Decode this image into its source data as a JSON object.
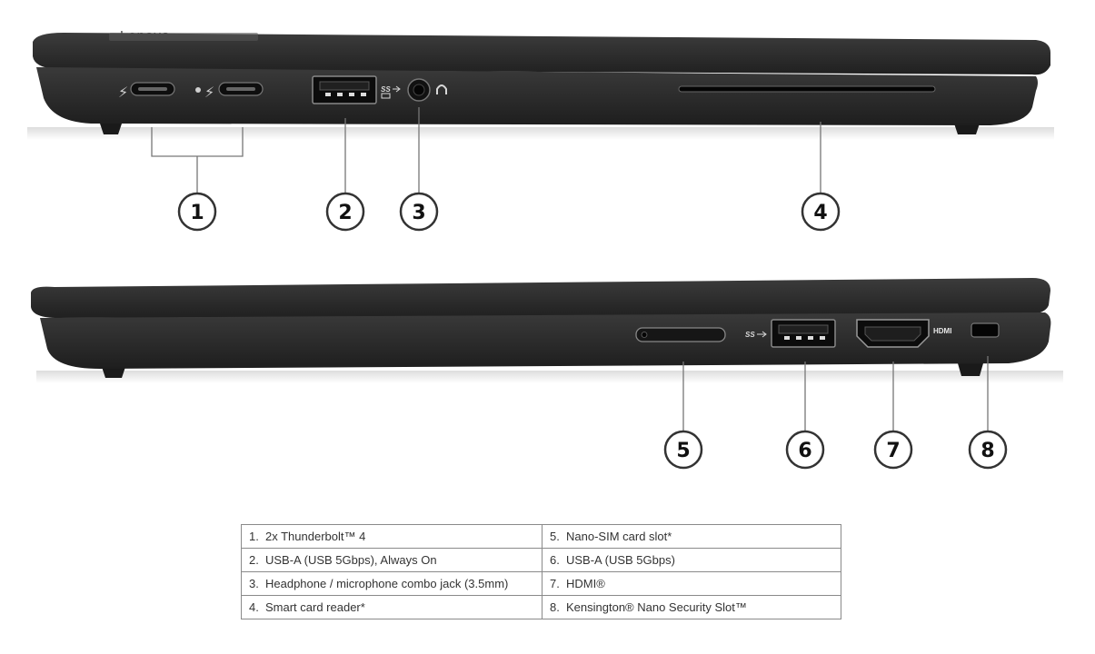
{
  "brand": {
    "logo_text": "Lenovo"
  },
  "ports": {
    "hdmi_label": "HDMI",
    "ss_label": "SS"
  },
  "callouts": [
    "1",
    "2",
    "3",
    "4",
    "5",
    "6",
    "7",
    "8"
  ],
  "specs": {
    "rows": [
      [
        {
          "num": "1.",
          "text": "2x Thunderbolt™ 4"
        },
        {
          "num": "5.",
          "text": "Nano-SIM card slot*"
        }
      ],
      [
        {
          "num": "2.",
          "text": "USB-A (USB 5Gbps), Always On"
        },
        {
          "num": "6.",
          "text": "USB-A (USB 5Gbps)"
        }
      ],
      [
        {
          "num": "3.",
          "text": "Headphone / microphone combo jack (3.5mm)"
        },
        {
          "num": "7.",
          "text": "HDMI®"
        }
      ],
      [
        {
          "num": "4.",
          "text": "Smart card reader*"
        },
        {
          "num": "8.",
          "text": "Kensington® Nano Security Slot™"
        }
      ]
    ]
  },
  "colors": {
    "chassis": "#2a2a2a",
    "lid": "#232323",
    "callout_stroke": "#333333"
  }
}
